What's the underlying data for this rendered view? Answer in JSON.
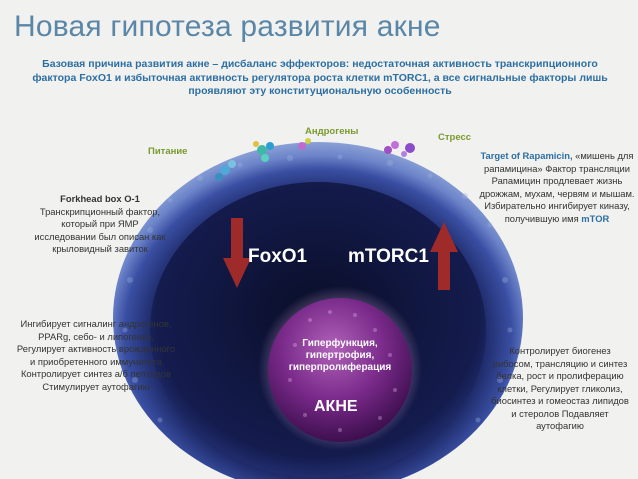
{
  "title": "Новая гипотеза развития акне",
  "subtitle": "Базовая причина развития акне – дисбаланс эффекторов: недостаточная активность транскрипционного фактора FoxO1 и избыточная активность регулятора роста клетки mTORC1, а все сигнальные факторы лишь проявляют эту конституциональную особенность",
  "labels": {
    "nutrition": "Питание",
    "androgens": "Андрогены",
    "stress": "Стресс"
  },
  "left_top": {
    "heading": "Forkhead box O-1",
    "body": "Транскрипционный фактор, который при ЯМР исследовании был описан как крыловидный завиток"
  },
  "left_bottom": {
    "body": "Ингибирует сигналинг андрогенов, PPARg, себо- и липогенез, Регулирует активность врожденного и приобретенного иммунитета Контролирует синтез а/б пептидов Стимулирует аутофагию"
  },
  "right_top": {
    "heading": "Target of Rapamicin,",
    "body": " «мишень для рапамицина» Фактор трансляции Рапамицин продлевает жизнь дрожжам, мухам, червям и мышам. Избирательно ингибирует киназу, получившую имя ",
    "tail": "mTOR"
  },
  "right_bottom": {
    "body": "Контролирует биогенез рибосом, трансляцию и синтез белка, рост и пролиферацию клетки, Регулирует гликолиз, биосинтез и гомеостаз липидов и стеролов Подавляет аутофагию"
  },
  "center": {
    "foxo1": "FoxO1",
    "mtorc1": "mTORC1",
    "nucleus_text": "Гиперфункция, гипертрофия, гиперпролиферация",
    "akne": "АКНЕ"
  },
  "colors": {
    "title": "#5a86a8",
    "highlight": "#2d6fa3",
    "label_green": "#7a9a2e",
    "arrow_red": "#9e2a2a",
    "cell_blue": "#5b6fb8",
    "nucleus_purple": "#7a2a8a"
  }
}
